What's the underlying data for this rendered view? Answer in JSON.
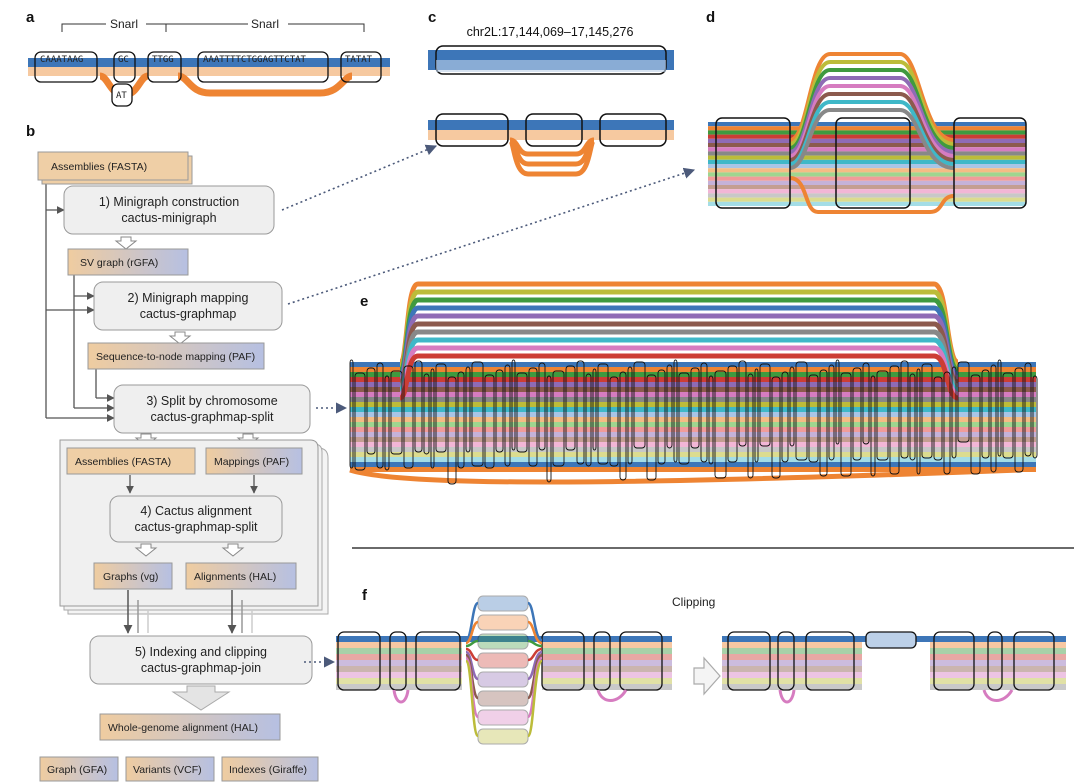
{
  "panels": {
    "a": "a",
    "b": "b",
    "c": "c",
    "d": "d",
    "e": "e",
    "f": "f"
  },
  "panel_a": {
    "snarl_left": "Snarl",
    "snarl_right": "Snarl",
    "nodes": [
      "CAAATAAG",
      "GC",
      "TTGG",
      "AAATTTTCTGGAGTTCTAT",
      "TATAT"
    ],
    "alt_node": "AT"
  },
  "panel_b": {
    "assemblies": "Assemblies (FASTA)",
    "step1": [
      "1) Minigraph construction",
      "cactus-minigraph"
    ],
    "sv_graph": "SV graph (rGFA)",
    "step2": [
      "2) Minigraph mapping",
      "cactus-graphmap"
    ],
    "seq_to_node": "Sequence-to-node mapping (PAF)",
    "step3": [
      "3) Split by chromosome",
      "cactus-graphmap-split"
    ],
    "assemblies_inner": "Assemblies (FASTA)",
    "mappings": "Mappings (PAF)",
    "step4": [
      "4) Cactus alignment",
      "cactus-graphmap-split"
    ],
    "graphs": "Graphs (vg)",
    "alignments": "Alignments (HAL)",
    "step5": [
      "5) Indexing and clipping",
      "cactus-graphmap-join"
    ],
    "whole_genome": "Whole-genome alignment (HAL)",
    "outputs": [
      "Graph (GFA)",
      "Variants (VCF)",
      "Indexes (Giraffe)"
    ]
  },
  "panel_c": {
    "coord": "chr2L:17,144,069–17,145,276"
  },
  "panel_f": {
    "title": "Clipping"
  },
  "colors": {
    "blue": "#3d76b8",
    "orange": "#ee8433",
    "box_fill": "#efefef",
    "tan": "#efcfa6",
    "lavender": "#b4bedf",
    "track_palette": [
      "#3d76b8",
      "#ee8433",
      "#3f9a3f",
      "#cc3d35",
      "#8f6bb5",
      "#8c5a4d",
      "#d67cc0",
      "#888888",
      "#bcbc3a",
      "#3fb8c8",
      "#a9c5e6",
      "#f4bd85",
      "#9fd68f",
      "#f09c9a",
      "#c5b2d9",
      "#c49e92",
      "#f2b6d6",
      "#c8c8c8",
      "#dcdc8f",
      "#a4dde6"
    ]
  }
}
